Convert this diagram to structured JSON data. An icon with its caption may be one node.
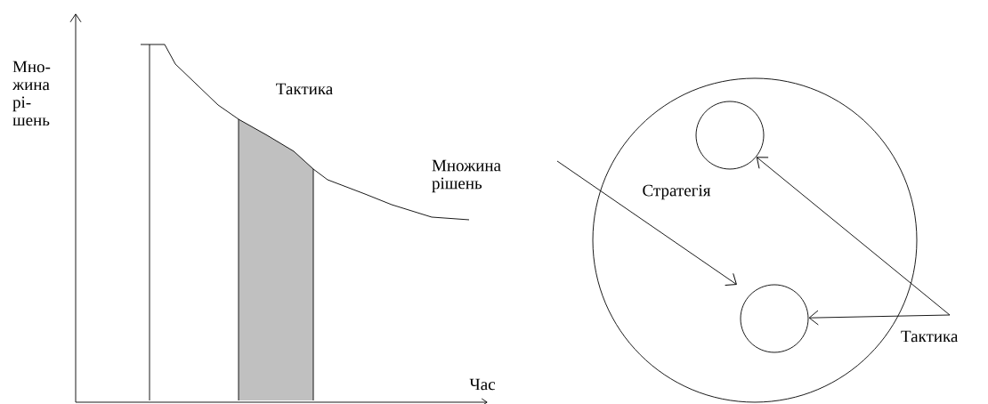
{
  "diagram": {
    "nodes": [
      {
        "text": [
          "Стратегія"
        ]
      },
      {
        "text": [],
        "shape": "circle",
        "in": 0
      },
      {
        "text": [],
        "shape": "circle",
        "in": 0
      },
      {
        "text": [
          "Множина рішень"
        ]
      },
      {
        "text": [
          "Тактика"
        ]
      }
    ],
    "edges": [
      {
        "from": 3,
        "to": null,
        "arrow": "to"
      },
      {
        "from": 4,
        "to": 1,
        "arrow": "to"
      },
      {
        "from": 4,
        "to": 2,
        "arrow": "to"
      }
    ],
    "labels": [
      "Мно- жина рі- шень",
      "Тактика",
      "Час"
    ]
  }
}
